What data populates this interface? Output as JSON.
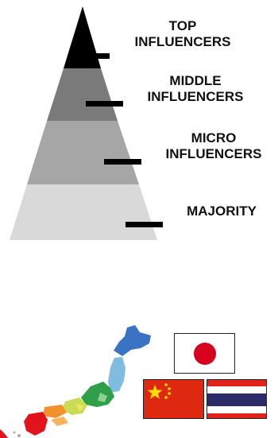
{
  "pyramid": {
    "tiers": [
      {
        "id": "top",
        "lines": [
          "TOP",
          "INFLUENCERS"
        ],
        "color": "#000000"
      },
      {
        "id": "middle",
        "lines": [
          "MIDDLE",
          "INFLUENCERS"
        ],
        "color": "#7a7a7a"
      },
      {
        "id": "micro",
        "lines": [
          "MICRO",
          "INFLUENCERS"
        ],
        "color": "#a6a6a6"
      },
      {
        "id": "majority",
        "lines": [
          "MAJORITY"
        ],
        "color": "#d9d9d9"
      }
    ]
  },
  "illustration": {
    "map": {
      "name": "japan-map-icon"
    },
    "flags": [
      {
        "name": "japan-flag-icon",
        "field": "#ffffff",
        "accent": "#d7001f"
      },
      {
        "name": "china-flag-icon",
        "field": "#de2910",
        "accent": "#ffde00"
      },
      {
        "name": "thailand-flag-icon",
        "stripes": [
          "#e1231b",
          "#ffffff",
          "#2d2a6a"
        ]
      }
    ]
  }
}
